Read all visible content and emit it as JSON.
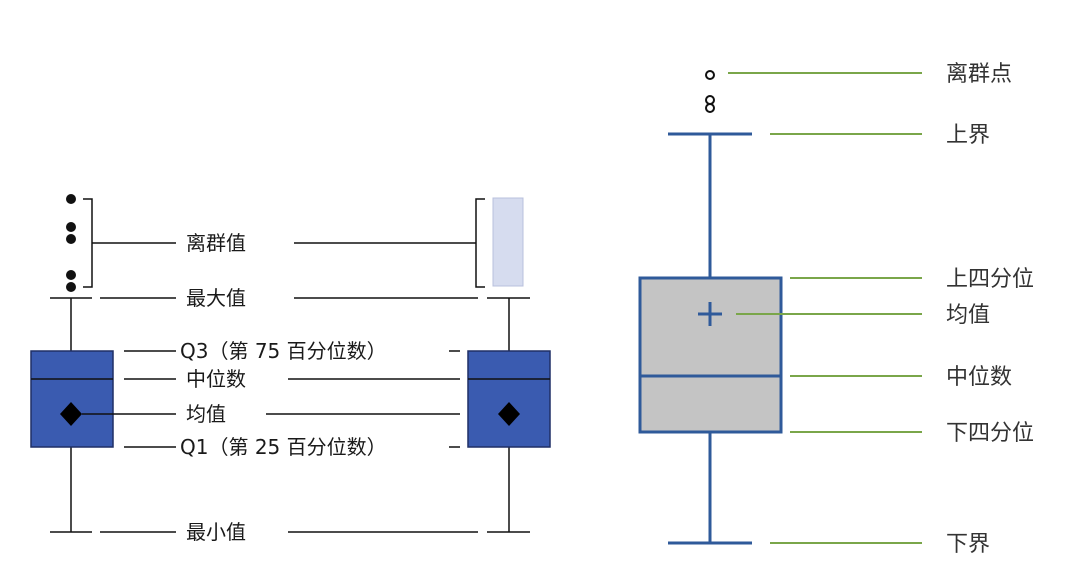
{
  "left_diagram": {
    "labels": {
      "outliers": "离群值",
      "maximum": "最大值",
      "q3": "Q3（第 75 百分位数）",
      "median": "中位数",
      "mean": "均值",
      "q1": "Q1（第 25 百分位数）",
      "minimum": "最小值"
    },
    "colors": {
      "box_fill": "#3a5bb0",
      "box_stroke": "#1f2f66",
      "outlier_band": "#d6dcef"
    }
  },
  "right_diagram": {
    "labels": {
      "outlier_points": "离群点",
      "upper_bound": "上界",
      "upper_quartile": "上四分位",
      "mean": "均值",
      "median": "中位数",
      "lower_quartile": "下四分位",
      "lower_bound": "下界"
    },
    "colors": {
      "box_fill": "#c4c4c4",
      "box_stroke": "#2f5a9a",
      "leader_line": "#7aa64a"
    }
  }
}
